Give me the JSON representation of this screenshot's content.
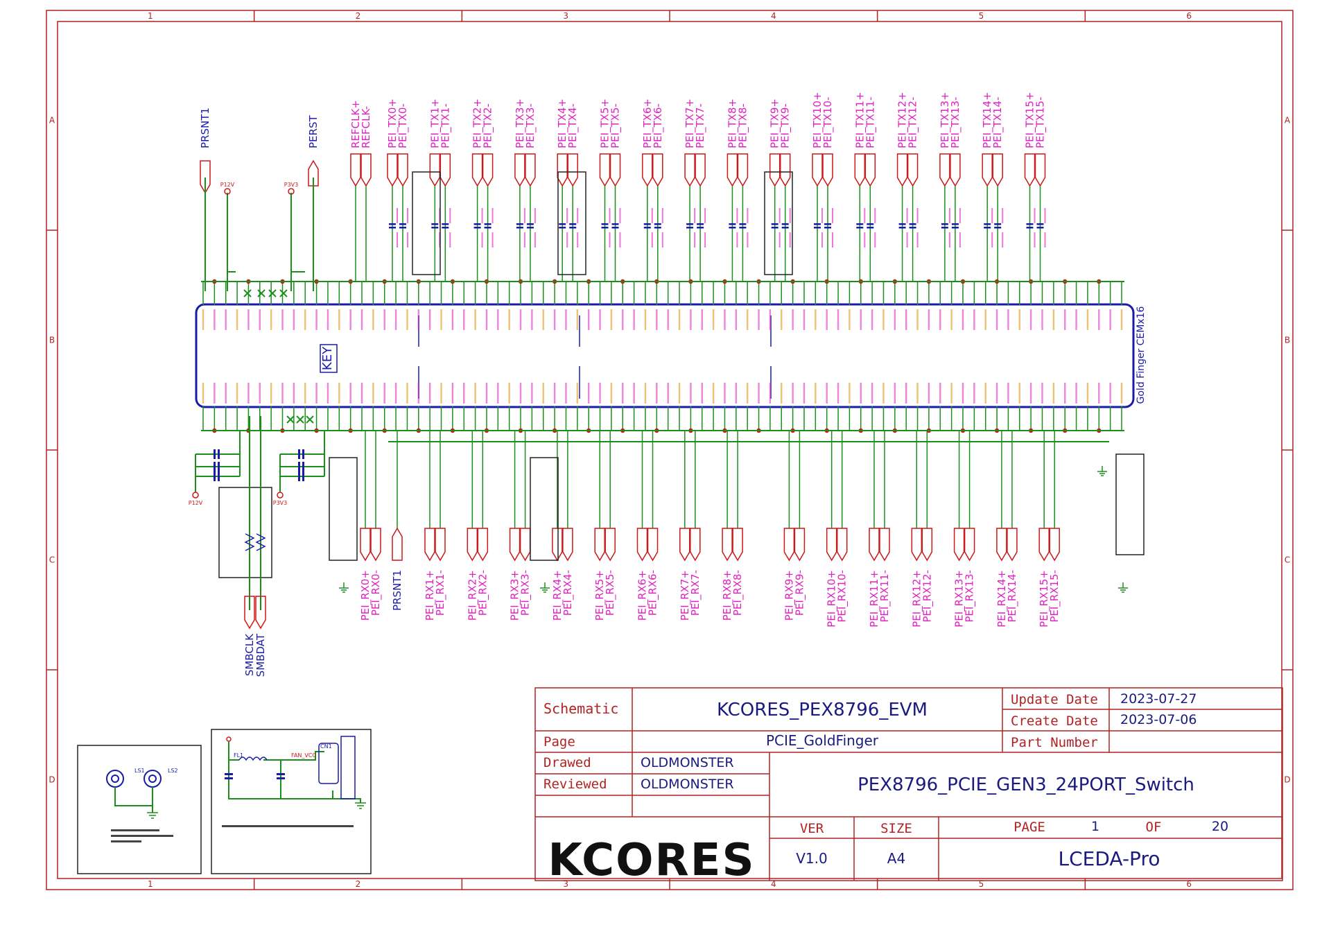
{
  "colors": {
    "frame": "#b22222",
    "wire": "#1a8f1a",
    "net": "#e020c0",
    "part": "#1a1aaa",
    "pin": "#cc1818",
    "power": "#e09000",
    "text_dark": "#1a1a80"
  },
  "frame": {
    "columns": [
      "1",
      "2",
      "3",
      "4",
      "5",
      "6"
    ],
    "rows": [
      "A",
      "B",
      "C",
      "D"
    ]
  },
  "connector": {
    "ref": "Gold Finger CEMx16",
    "key_label": "KEY"
  },
  "top_nets": [
    "PRSNT1",
    "PERST",
    "REFCLK+",
    "REFCLK-",
    "PEI_TX0+",
    "PEI_TX0-",
    "PEI_TX1+",
    "PEI_TX1-",
    "PEI_TX2+",
    "PEI_TX2-",
    "PEI_TX3+",
    "PEI_TX3-",
    "PEI_TX4+",
    "PEI_TX4-",
    "PEI_TX5+",
    "PEI_TX5-",
    "PEI_TX6+",
    "PEI_TX6-",
    "PEI_TX7+",
    "PEI_TX7-",
    "PEI_TX8+",
    "PEI_TX8-",
    "PEI_TX9+",
    "PEI_TX9-",
    "PEI_TX10+",
    "PEI_TX10-",
    "PEI_TX11+",
    "PEI_TX11-",
    "PEI_TX12+",
    "PEI_TX12-",
    "PEI_TX13+",
    "PEI_TX13-",
    "PEI_TX14+",
    "PEI_TX14-",
    "PEI_TX15+",
    "PEI_TX15-"
  ],
  "bottom_nets": [
    "PEI_RX0+",
    "PEI_RX0-",
    "PRSNT1",
    "PEI_RX1+",
    "PEI_RX1-",
    "PEI_RX2+",
    "PEI_RX2-",
    "PEI_RX3+",
    "PEI_RX3-",
    "PEI_RX4+",
    "PEI_RX4-",
    "PEI_RX5+",
    "PEI_RX5-",
    "PEI_RX6+",
    "PEI_RX6-",
    "PEI_RX7+",
    "PEI_RX7-",
    "PEI_RX8+",
    "PEI_RX8-",
    "PEI_RX9+",
    "PEI_RX9-",
    "PEI_RX10+",
    "PEI_RX10-",
    "PEI_RX11+",
    "PEI_RX11-",
    "PEI_RX12+",
    "PEI_RX12-",
    "PEI_RX13+",
    "PEI_RX13-",
    "PEI_RX14+",
    "PEI_RX14-",
    "PEI_RX15+",
    "PEI_RX15-"
  ],
  "smbus_nets": [
    "SMBCLK",
    "SMBDAT"
  ],
  "power_labels": [
    "P12V",
    "P3V3",
    "P12V",
    "P3V3"
  ],
  "title_block": {
    "schematic_label": "Schematic",
    "schematic_value": "KCORES_PEX8796_EVM",
    "update_date_label": "Update Date",
    "update_date": "2023-07-27",
    "create_date_label": "Create Date",
    "create_date": "2023-07-06",
    "page_label": "Page",
    "page_value": "PCIE_GoldFinger",
    "part_number_label": "Part Number",
    "drawed_label": "Drawed",
    "drawed_value": "OLDMONSTER",
    "reviewed_label": "Reviewed",
    "reviewed_value": "OLDMONSTER",
    "description": "PEX8796_PCIE_GEN3_24PORT_Switch",
    "ver_label": "VER",
    "ver_value": "V1.0",
    "size_label": "SIZE",
    "size_value": "A4",
    "page_no_label": "PAGE",
    "page_no": "1",
    "of_label": "OF",
    "page_total": "20",
    "tool": "LCEDA-Pro",
    "logo": "KCORES"
  },
  "aux": {
    "ls1": "LS1",
    "ls2": "LS2",
    "fan_vcc": "FAN_VCC",
    "fan_con": "CN1",
    "fan_fl": "FL1"
  }
}
